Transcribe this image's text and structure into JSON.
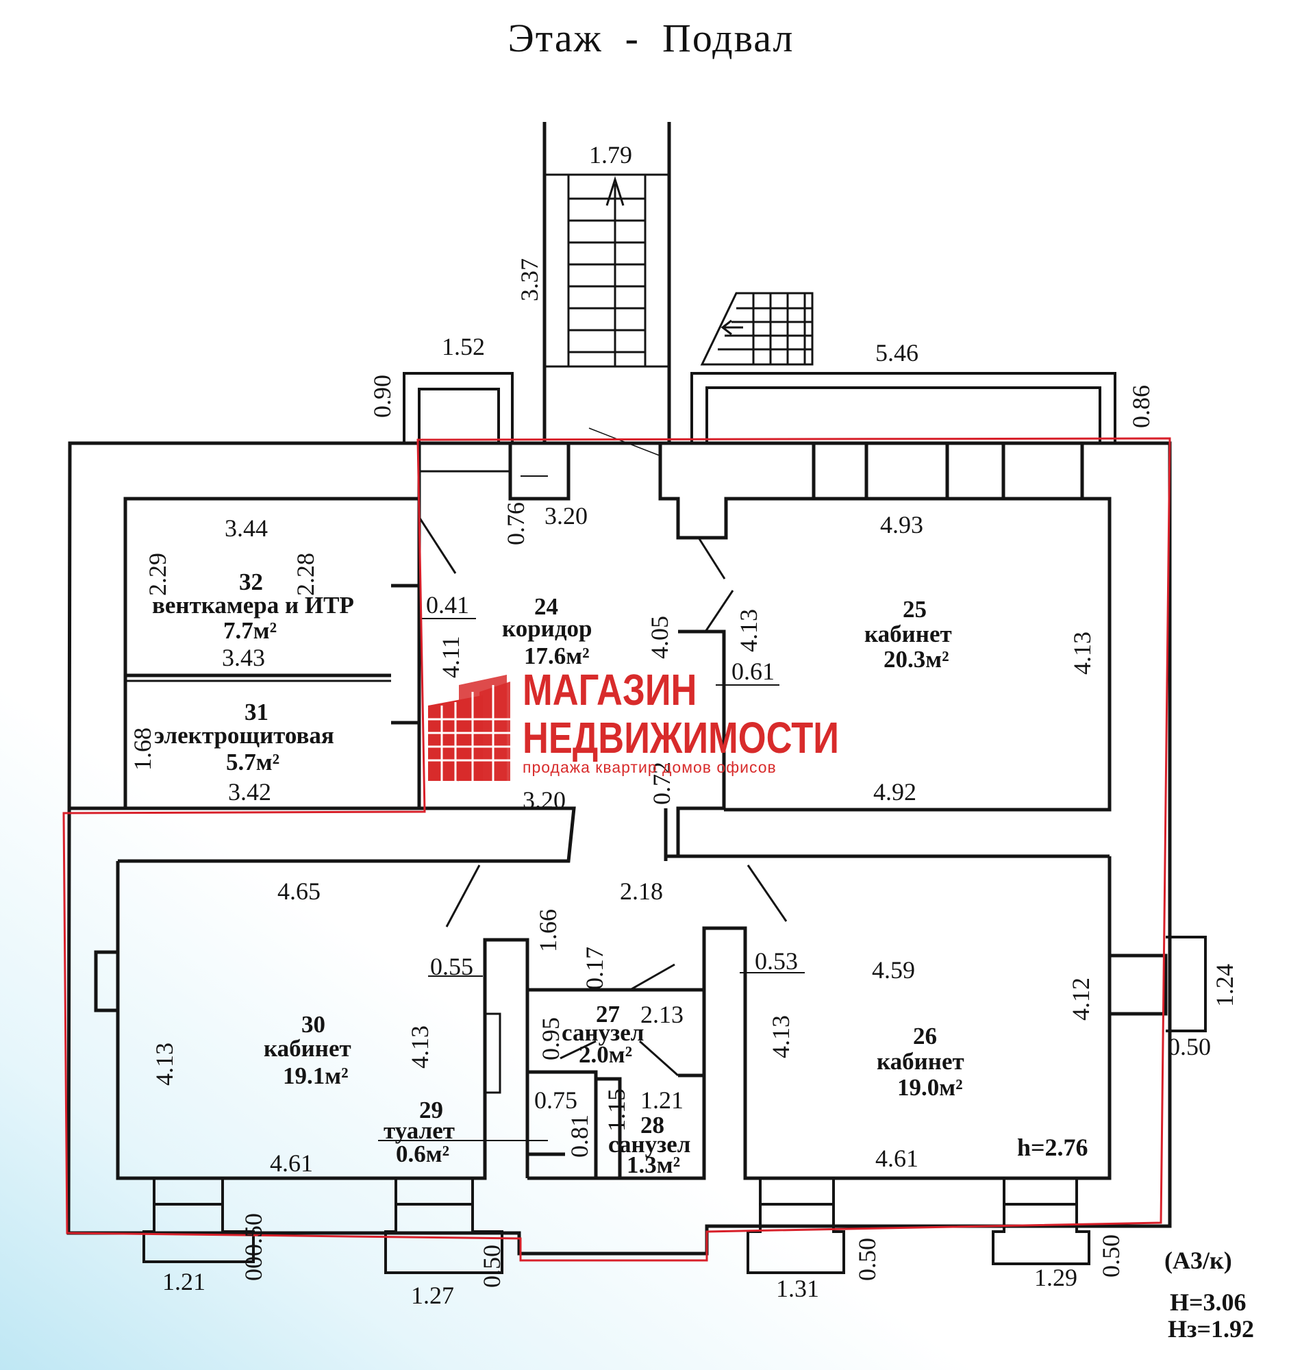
{
  "title": "Этаж  -  Подвал",
  "rooms": [
    {
      "num": "24",
      "name": "коридор",
      "area": "17.6м²"
    },
    {
      "num": "25",
      "name": "кабинет",
      "area": "20.3м²"
    },
    {
      "num": "26",
      "name": "кабинет",
      "area": "19.0м²"
    },
    {
      "num": "27",
      "name": "санузел",
      "area": "2.0м²"
    },
    {
      "num": "28",
      "name": "санузел",
      "area": "1.3м²"
    },
    {
      "num": "29",
      "name": "туалет",
      "area": "0.6м²"
    },
    {
      "num": "30",
      "name": "кабинет",
      "area": "19.1м²"
    },
    {
      "num": "31",
      "name": "электрощитовая",
      "area": "5.7м²"
    },
    {
      "num": "32",
      "name": "венткамера и  ИТР",
      "area": "7.7м²"
    }
  ],
  "dimensions": {
    "stair_width": "1.79",
    "stair_length": "3.37",
    "pit_left_w": "1.52",
    "pit_left_d": "0.90",
    "pit_right_w": "5.46",
    "pit_right_d": "0.86",
    "r32_top": "3.44",
    "r32_bottom": "3.43",
    "r32_left": "2.29",
    "r32_right": "2.28",
    "r31_left": "1.68",
    "r31_bottom": "3.42",
    "r24_top": "3.20",
    "r24_bottom": "3.20",
    "r24_left": "4.11",
    "r24_right": "4.05",
    "r24_niche": "0.76",
    "r24_wall": "0.41",
    "r24_door": "0.72",
    "r25_top": "4.93",
    "r25_bottom": "4.92",
    "r25_left": "4.13",
    "r25_right": "4.13",
    "r25_wall": "0.61",
    "hall_width": "2.18",
    "r30_top": "4.65",
    "r30_bottom": "4.61",
    "r30_left": "4.13",
    "r30_right": "4.13",
    "r30_wall": "0.55",
    "wc_height": "1.66",
    "wc_wall": "0.17",
    "r27_width": "2.13",
    "r27_depth": "0.95",
    "r28_width": "1.21",
    "r28_depth": "1.15",
    "r29_width": "0.75",
    "r29_depth": "0.81",
    "r26_top": "4.59",
    "r26_bottom": "4.61",
    "r26_left": "4.13",
    "r26_right": "4.12",
    "r26_wall": "0.53",
    "ceiling_height": "h=2.76",
    "win_r26_w": "1.24",
    "win_r26_d": "0.50",
    "pit1_w": "1.21",
    "pit1_d": "000.50",
    "pit2_w": "1.27",
    "pit2_d": "0.50",
    "pit3_w": "1.31",
    "pit3_d": "0.50",
    "pit4_w": "1.29",
    "pit4_d": "0.50"
  },
  "notes": {
    "code": "(А3/к)",
    "height_total": "Н=3.06",
    "height_ground": "Нз=1.92"
  },
  "watermark": {
    "line1": "МАГАЗИН",
    "line2": "НЕДВИЖИМОСТИ",
    "tagline": "продажа квартир  домов  офисов",
    "color": "#d82b2b"
  },
  "colors": {
    "wall": "#141414",
    "highlight": "#d8202a",
    "background_tint": "#bfe7f4"
  }
}
